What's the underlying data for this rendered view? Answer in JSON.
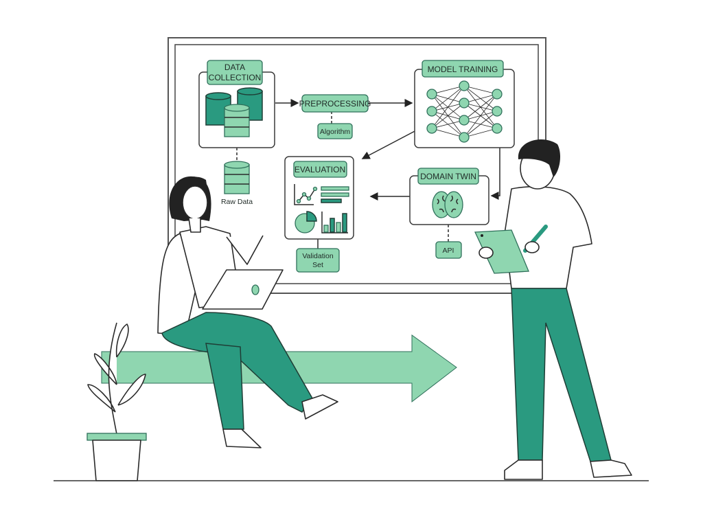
{
  "diagram": {
    "nodes": {
      "data_collection": "DATA COLLECTION",
      "data_collection_line1": "DATA",
      "data_collection_line2": "COLLECTION",
      "raw_data": "Raw Data",
      "preprocessing": "PREPROCESSING",
      "algorithm": "Algorithm",
      "model_training": "MODEL TRAINING",
      "evaluation": "EVALUATION",
      "validation_set_line1": "Validation",
      "validation_set_line2": "Set",
      "domain_twin": "DOMAIN TWIN",
      "api": "API"
    },
    "edges": [
      [
        "data_collection",
        "preprocessing"
      ],
      [
        "preprocessing",
        "model_training"
      ],
      [
        "model_training",
        "evaluation"
      ],
      [
        "model_training",
        "domain_twin"
      ],
      [
        "domain_twin",
        "evaluation"
      ]
    ]
  },
  "colors": {
    "light_green": "#8fd6b0",
    "teal": "#2a9a80",
    "outline": "#2a2a2a"
  }
}
